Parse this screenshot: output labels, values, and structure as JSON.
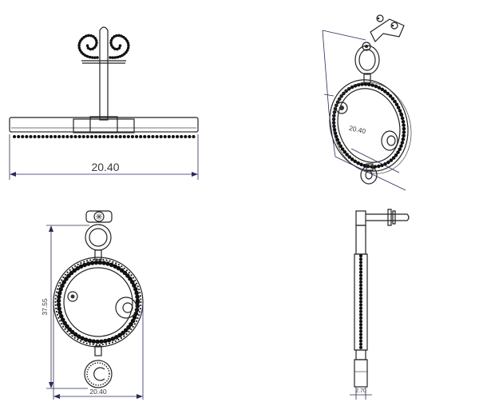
{
  "views": {
    "top": {
      "width_label": "20.40"
    },
    "iso": {
      "width_label": "20.40"
    },
    "front": {
      "height_label": "37.55",
      "width_label": "20.40"
    },
    "side": {
      "thickness_label": "2.70"
    }
  },
  "colors": {
    "line": "#222222",
    "dimension": "#2b2b5a",
    "background": "#ffffff"
  }
}
